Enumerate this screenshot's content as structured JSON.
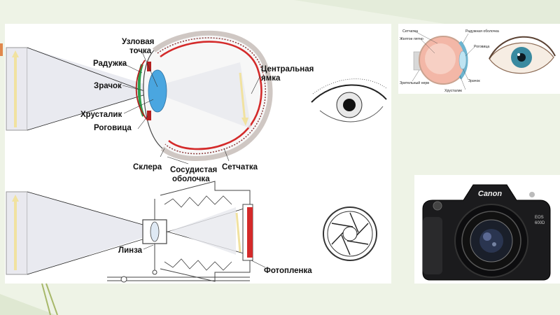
{
  "eye_diagram": {
    "labels": {
      "nodal_point_1": "Узловая",
      "nodal_point_2": "точка",
      "iris": "Радужка",
      "pupil": "Зрачок",
      "lens": "Хрусталик",
      "cornea": "Роговица",
      "sclera": "Склера",
      "choroid_1": "Сосудистая",
      "choroid_2": "оболочка",
      "retina": "Сетчатка",
      "fovea_1": "Центральная",
      "fovea_2": "ямка"
    }
  },
  "camera_diagram": {
    "labels": {
      "lens": "Линза",
      "film": "Фотопленка"
    }
  },
  "eye_photo": {
    "labels": {
      "retina": "Сетчатка",
      "yellow_spot": "Желтое пятно",
      "optic_nerve": "Зрительный нерв",
      "iris": "Радужная оболочка",
      "cornea": "Роговица",
      "pupil": "Зрачок",
      "lens": "Хрусталик"
    }
  },
  "camera_photo": {
    "brand": "Canon",
    "model_1": "EOS",
    "model_2": "600D"
  },
  "colors": {
    "retina_red": "#d42a2a",
    "lens_blue": "#4aa6e0",
    "iris_green": "#2e9e4c",
    "cornea_red": "#b52020",
    "arrow_yellow": "#f5e5a2"
  }
}
